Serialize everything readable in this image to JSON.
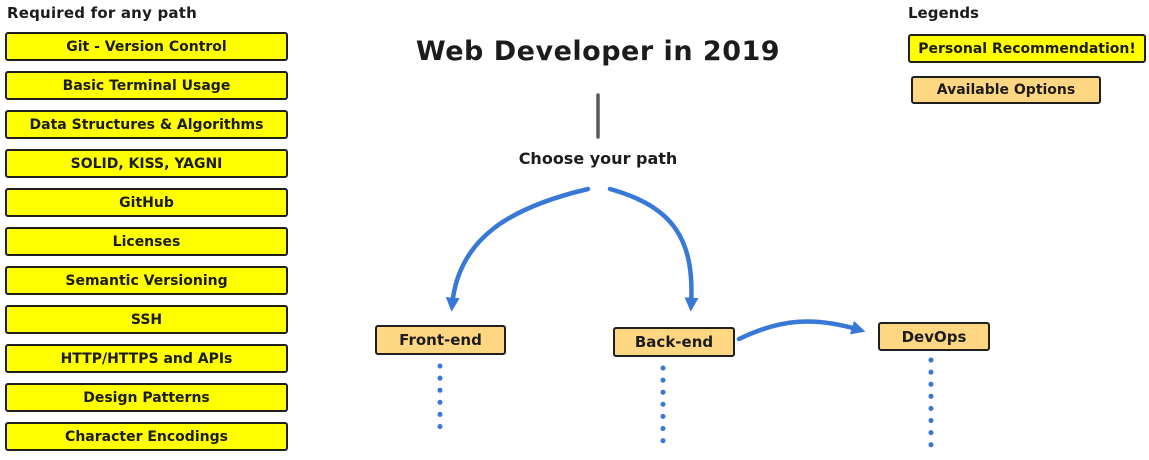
{
  "colors": {
    "highlight_yellow": "#ffff00",
    "option_tan": "#ffd782",
    "arrow_blue": "#3878d6",
    "border_dark": "#1f1f1f"
  },
  "left_panel": {
    "title": "Required for any path",
    "items": [
      "Git - Version Control",
      "Basic Terminal Usage",
      "Data Structures & Algorithms",
      "SOLID, KISS, YAGNI",
      "GitHub",
      "Licenses",
      "Semantic Versioning",
      "SSH",
      "HTTP/HTTPS and APIs",
      "Design Patterns",
      "Character Encodings"
    ]
  },
  "main": {
    "title": "Web Developer in 2019",
    "choose_label": "Choose your path",
    "paths": [
      {
        "label": "Front-end"
      },
      {
        "label": "Back-end"
      },
      {
        "label": "DevOps"
      }
    ]
  },
  "legend": {
    "title": "Legends",
    "items": [
      {
        "label": "Personal Recommendation!",
        "type": "yellow"
      },
      {
        "label": "Available Options",
        "type": "tan"
      }
    ]
  }
}
